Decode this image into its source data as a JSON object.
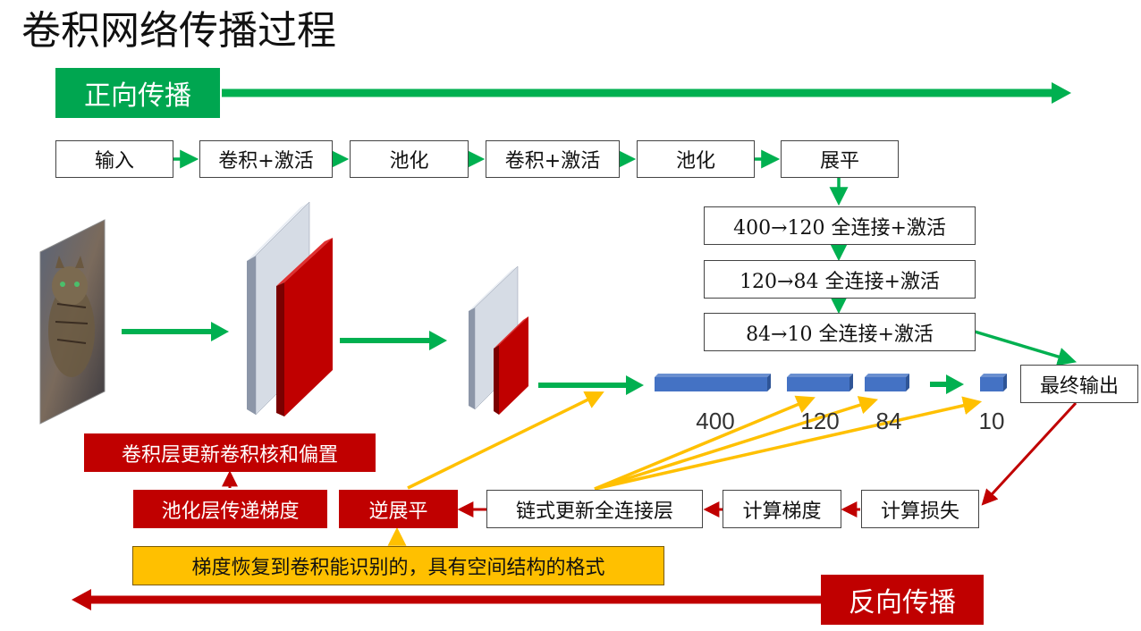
{
  "title": "卷积网络传播过程",
  "forward_label": "正向传播",
  "backward_label": "反向传播",
  "forward_pipeline": [
    "输入",
    "卷积+激活",
    "池化",
    "卷积+激活",
    "池化",
    "展平"
  ],
  "fc_layers": [
    "400→120 全连接+激活",
    "120→84 全连接+激活",
    "84→10 全连接+激活"
  ],
  "final_output": "最终输出",
  "vector_labels": [
    "400",
    "120",
    "84",
    "10"
  ],
  "backward_steps": {
    "compute_loss": "计算损失",
    "compute_gradient": "计算梯度",
    "chain_update_fc": "链式更新全连接层",
    "unflatten": "逆展平",
    "pool_grad": "池化层传递梯度",
    "conv_update": "卷积层更新卷积核和偏置",
    "reshape_note": "梯度恢复到卷积能识别的，具有空间结构的格式"
  },
  "colors": {
    "green": "#00b050",
    "red": "#c00000",
    "yellow": "#ffc000",
    "blue": "#4472c4",
    "gray": "#d6dce5"
  },
  "icons": {
    "input_image": "cat-photo"
  }
}
